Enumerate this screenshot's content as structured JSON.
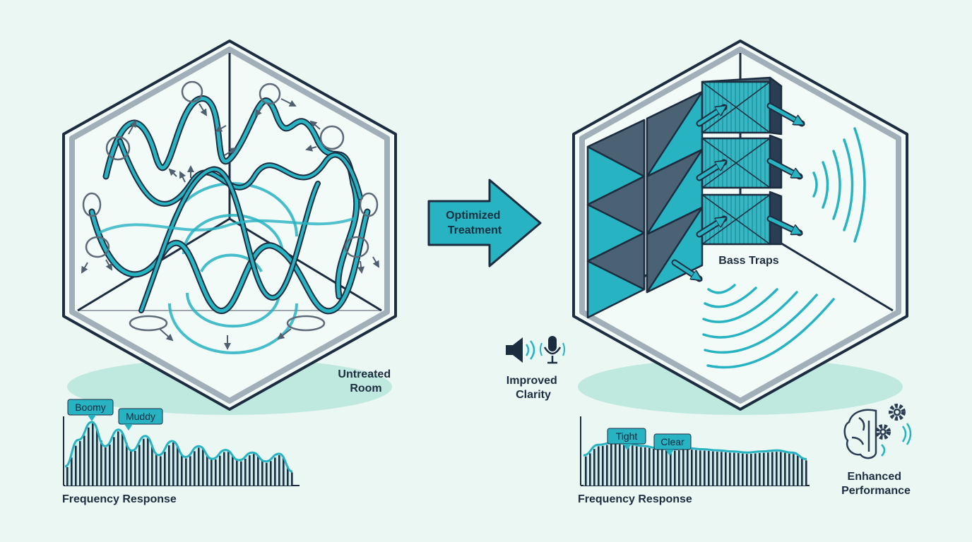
{
  "labels": {
    "untreated_room": "Untreated\nRoom",
    "optimized_treatment": "Optimized\nTreatment",
    "bass_traps": "Bass Traps",
    "improved_clarity": "Improved\nClarity",
    "enhanced_performance": "Enhanced\nPerformance",
    "freq_left": "Frequency Response",
    "freq_right": "Frequency Response"
  },
  "tags": {
    "boomy": "Boomy",
    "muddy": "Muddy",
    "tight": "Tight",
    "clear": "Clear"
  },
  "colors": {
    "background": "#eaf7f3",
    "teal": "#27b3c2",
    "dark": "#2a3d52",
    "outline": "#1c2d40",
    "glass": "#f3fbf8"
  },
  "chart_data": [
    {
      "type": "area",
      "title": "Frequency Response",
      "values": [
        0.3,
        0.72,
        1.0,
        0.62,
        0.88,
        0.55,
        0.78,
        0.48,
        0.7,
        0.45,
        0.62,
        0.42,
        0.56,
        0.4,
        0.52,
        0.38,
        0.5,
        0.22
      ],
      "annotations": [
        "Boomy",
        "Muddy"
      ]
    },
    {
      "type": "area",
      "title": "Frequency Response",
      "values": [
        0.55,
        0.74,
        0.78,
        0.76,
        0.72,
        0.68,
        0.66,
        0.68,
        0.66,
        0.64,
        0.62,
        0.6,
        0.62,
        0.64,
        0.6,
        0.48
      ],
      "annotations": [
        "Tight",
        "Clear"
      ]
    }
  ]
}
